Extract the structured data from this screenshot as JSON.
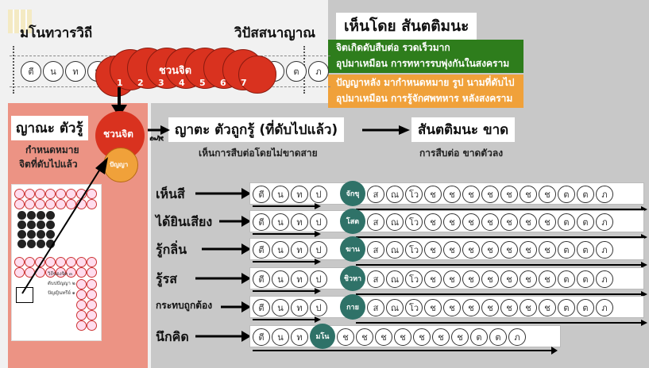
{
  "top": {
    "left_title": "มโนทวารวิถี",
    "center_title": "วิปัสสนาญาณ",
    "right_title": "เห็นโดย สันตติมนะ",
    "top_chain_left": [
      "ตี",
      "น",
      "ท",
      "ม"
    ],
    "top_chain_right": [
      "ต",
      "ต",
      "ภ"
    ],
    "javana_label": "ชวนจิต",
    "javana_numbers": [
      "1",
      "2",
      "3",
      "4",
      "5",
      "6",
      "7"
    ]
  },
  "info": {
    "green_line1": "จิตเกิดดับสืบต่อ รวดเร็วมาก",
    "green_line2": "อุปมาเหมือน การทหารรบพุ่งกันในสงคราม",
    "orange_line1": "ปัญญาหลัง มากำหนดหมาย รูป นามที่ดับไป",
    "orange_line2": "อุปมาเหมือน การรู้จักศพทหาร หลังสงคราม",
    "green_color": "#2e7d1c",
    "orange_color": "#f0a13a"
  },
  "left_panel": {
    "title": "ญาณะ ตัวรู้",
    "subtitle1": "กำหนดหมาย",
    "subtitle2": "จิตที่ดับไปแล้ว",
    "javana": "ชวนจิต",
    "panya": "ปัญญา",
    "ru": "รู้",
    "panel_color": "#ec9384",
    "thumb_text1": "วิถีของจิต ๓",
    "thumb_text2": "ดับปปัญญา ๒",
    "thumb_text3": "ปัญญินทรีย์ ๑"
  },
  "header": {
    "main_label": "ญาตะ ตัวถูกรู้ (ที่ดับไปแล้ว)",
    "main_sub": "เห็นการสืบต่อโดยไม่ขาดสาย",
    "end_label": "สันตติมนะ ขาด",
    "end_sub": "การสืบต่อ ขาดตัวลง"
  },
  "rows": [
    {
      "label": "เห็นสี",
      "door": "จักขุ",
      "pre": [
        "ตี",
        "น",
        "ท",
        "ป"
      ],
      "post": [
        "ส",
        "ณ",
        "โว",
        "ช",
        "ช",
        "ช",
        "ช",
        "ช",
        "ช",
        "ช",
        "ต",
        "ต",
        "ภ"
      ]
    },
    {
      "label": "ได้ยินเสียง",
      "door": "โสต",
      "pre": [
        "ตี",
        "น",
        "ท",
        "ป"
      ],
      "post": [
        "ส",
        "ณ",
        "โว",
        "ช",
        "ช",
        "ช",
        "ช",
        "ช",
        "ช",
        "ช",
        "ต",
        "ต",
        "ภ"
      ]
    },
    {
      "label": "รู้กลิ่น",
      "door": "ฆาน",
      "pre": [
        "ตี",
        "น",
        "ท",
        "ป"
      ],
      "post": [
        "ส",
        "ณ",
        "โว",
        "ช",
        "ช",
        "ช",
        "ช",
        "ช",
        "ช",
        "ช",
        "ต",
        "ต",
        "ภ"
      ]
    },
    {
      "label": "รู้รส",
      "door": "ชิวหา",
      "pre": [
        "ตี",
        "น",
        "ท",
        "ป"
      ],
      "post": [
        "ส",
        "ณ",
        "โว",
        "ช",
        "ช",
        "ช",
        "ช",
        "ช",
        "ช",
        "ช",
        "ต",
        "ต",
        "ภ"
      ]
    },
    {
      "label": "กระทบถูกต้อง",
      "door": "กาย",
      "pre": [
        "ตี",
        "น",
        "ท",
        "ป"
      ],
      "post": [
        "ส",
        "ณ",
        "โว",
        "ช",
        "ช",
        "ช",
        "ช",
        "ช",
        "ช",
        "ช",
        "ต",
        "ต",
        "ภ"
      ]
    },
    {
      "label": "นึกคิด",
      "door": "มโน",
      "pre": [
        "ตี",
        "น",
        "ท"
      ],
      "post": [
        "ช",
        "ช",
        "ช",
        "ช",
        "ช",
        "ช",
        "ช",
        "ต",
        "ต",
        "ภ"
      ]
    }
  ],
  "colors": {
    "red": "#d9321f",
    "teal": "#2f7268",
    "gray_panel": "#c8c8c8"
  }
}
